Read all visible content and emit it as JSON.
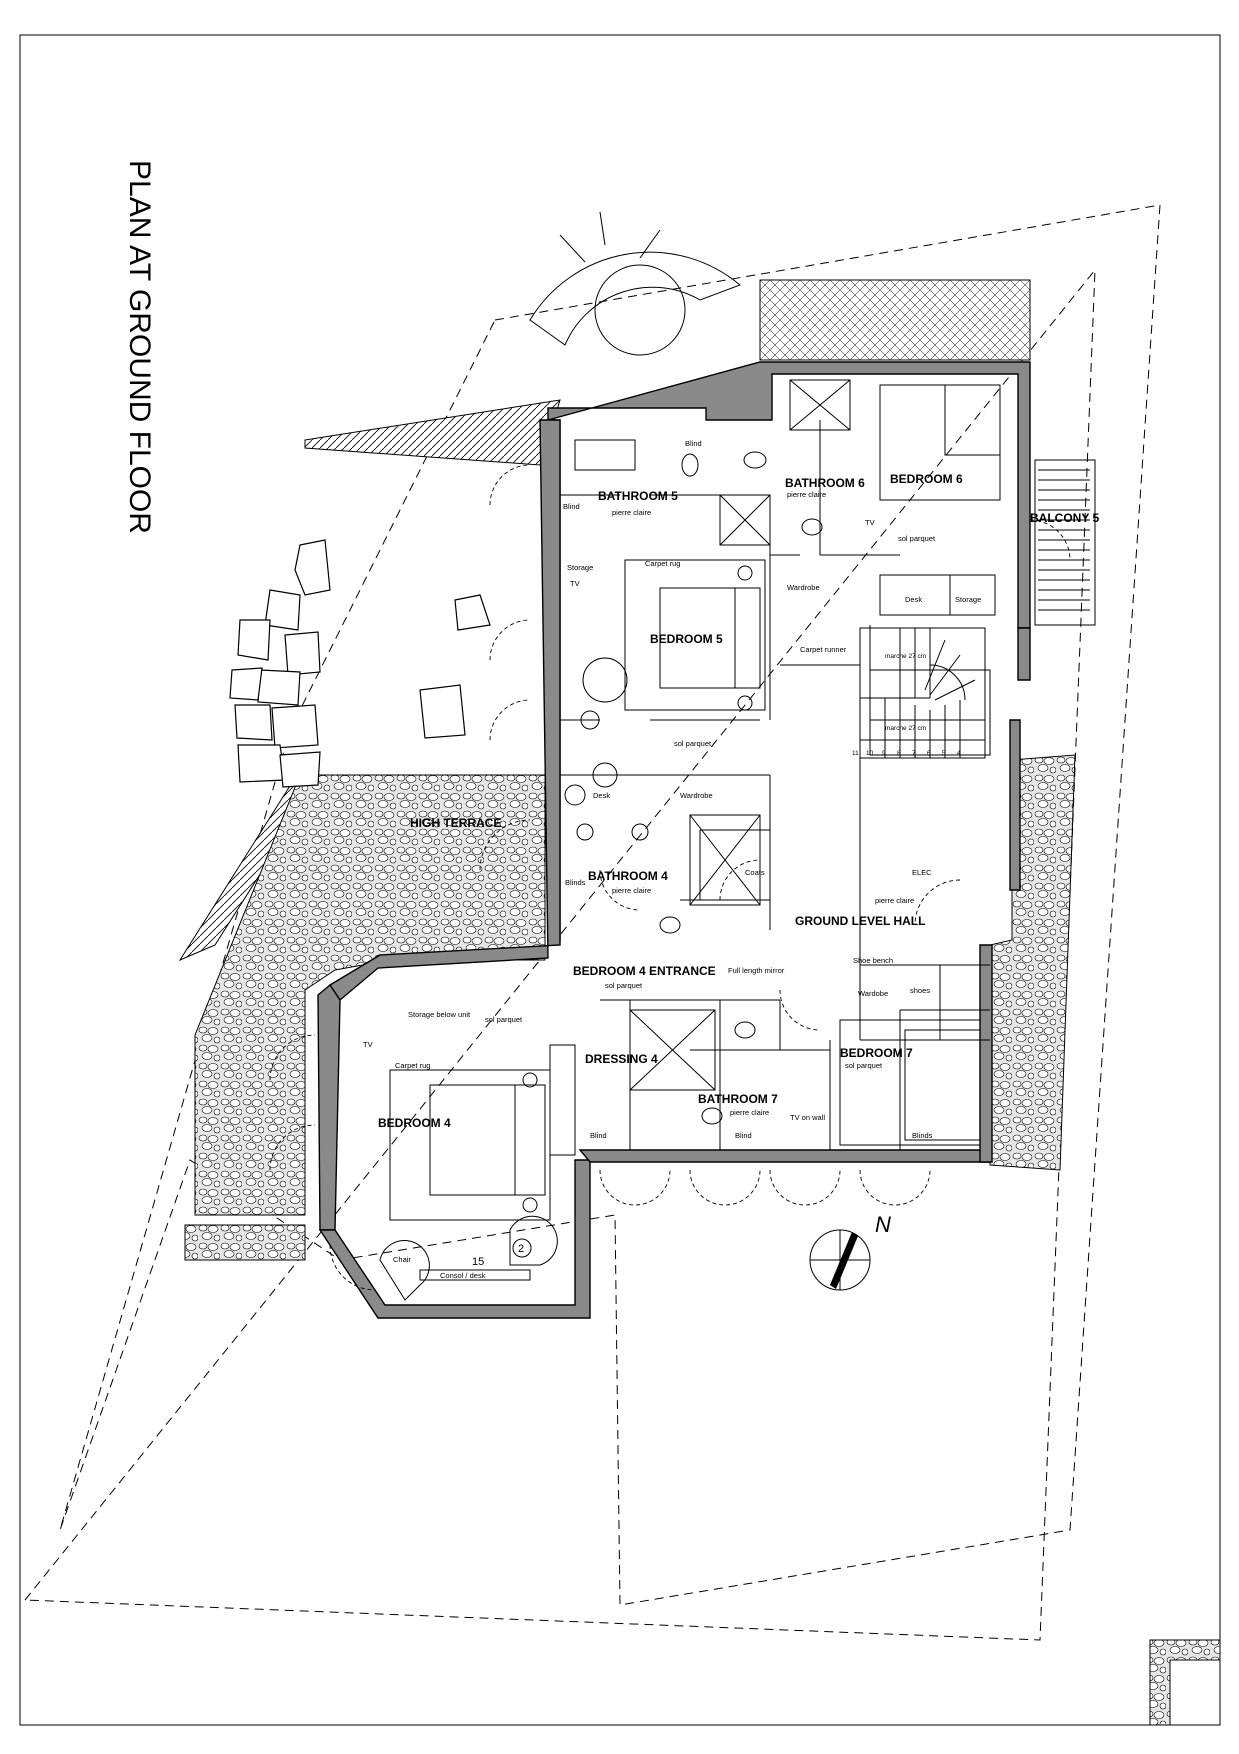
{
  "title": "PLAN AT GROUND FLOOR",
  "north_label": "N",
  "rooms": {
    "bathroom5": "BATHROOM 5",
    "bathroom6": "BATHROOM 6",
    "bedroom6": "BEDROOM 6",
    "balcony": "BALCONY 5",
    "bedroom5": "BEDROOM 5",
    "high_terrace": "HIGH TERRACE",
    "bathroom4": "BATHROOM 4",
    "hall": "GROUND LEVEL HALL",
    "bedroom4_entrance": "BEDROOM 4 ENTRANCE",
    "dressing": "DRESSING 4",
    "bedroom7": "BEDROOM 7",
    "bathroom7": "BATHROOM 7",
    "bedroom4": "BEDROOM 4"
  },
  "notes": {
    "blind": "Blind",
    "blinds": "Blinds",
    "pierre_claire": "pierre claire",
    "sol_parquet": "sol parquet",
    "tv": "TV",
    "desk": "Desk",
    "storage": "Storage",
    "carpet_rug": "Carpet rug",
    "carpet_runner": "Carpet runner",
    "wardrobe": "Wardrobe",
    "wardrobe_alt": "Wardobe",
    "coats": "Coats",
    "elec": "ELEC",
    "shoe_bench": "Shoe bench",
    "shoes": "shoes",
    "full_length_mirror": "Full length mirror",
    "storage_below_unit": "Storage below unit",
    "tv_on_wall": "TV on wall",
    "chair": "Chair",
    "console_desk": "Consol / desk",
    "num_15": "15",
    "num_2": "2",
    "stair_top": "marche 27 cm",
    "stair_mid": "marche 27 cm"
  },
  "stair_numbers": [
    "11",
    "10",
    "9",
    "8",
    "7",
    "6",
    "5",
    "4"
  ]
}
